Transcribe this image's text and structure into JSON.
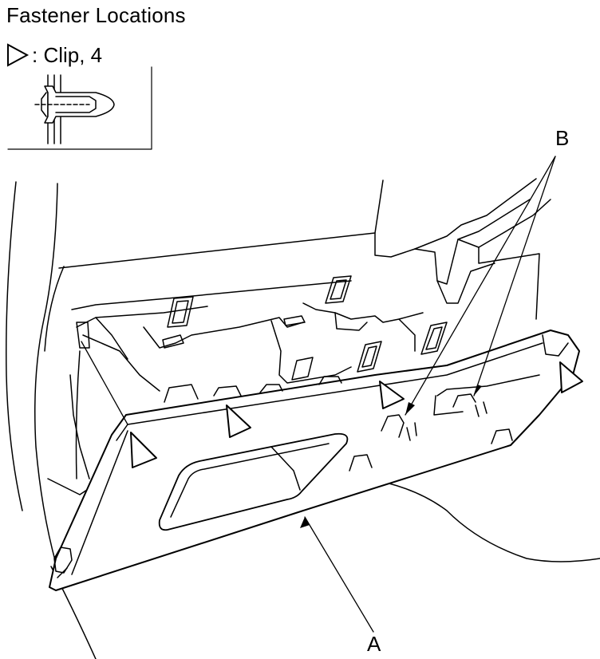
{
  "title": "Fastener Locations",
  "legend": {
    "symbol": "triangle-outline",
    "text": ": Clip, 4"
  },
  "callouts": {
    "a": "A",
    "b": "B"
  },
  "colors": {
    "line": "#000000",
    "background": "#ffffff"
  }
}
